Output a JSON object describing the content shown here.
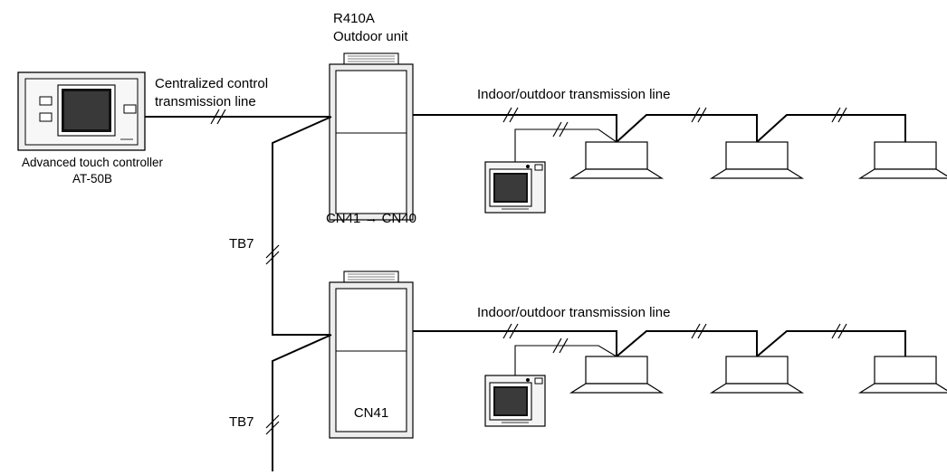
{
  "labels": {
    "outdoor_refrigerant": "R410A",
    "outdoor_unit": "Outdoor unit",
    "centralized_line_1": "Centralized control",
    "centralized_line_2": "transmission line",
    "indoor_outdoor_line_top": "Indoor/outdoor transmission line",
    "indoor_outdoor_line_bottom": "Indoor/outdoor transmission line",
    "controller_name": "Advanced touch controller",
    "controller_model": "AT-50B",
    "connector_top": "CN41 → CN40",
    "connector_bottom": "CN41",
    "terminal_block_1": "TB7",
    "terminal_block_2": "TB7"
  }
}
